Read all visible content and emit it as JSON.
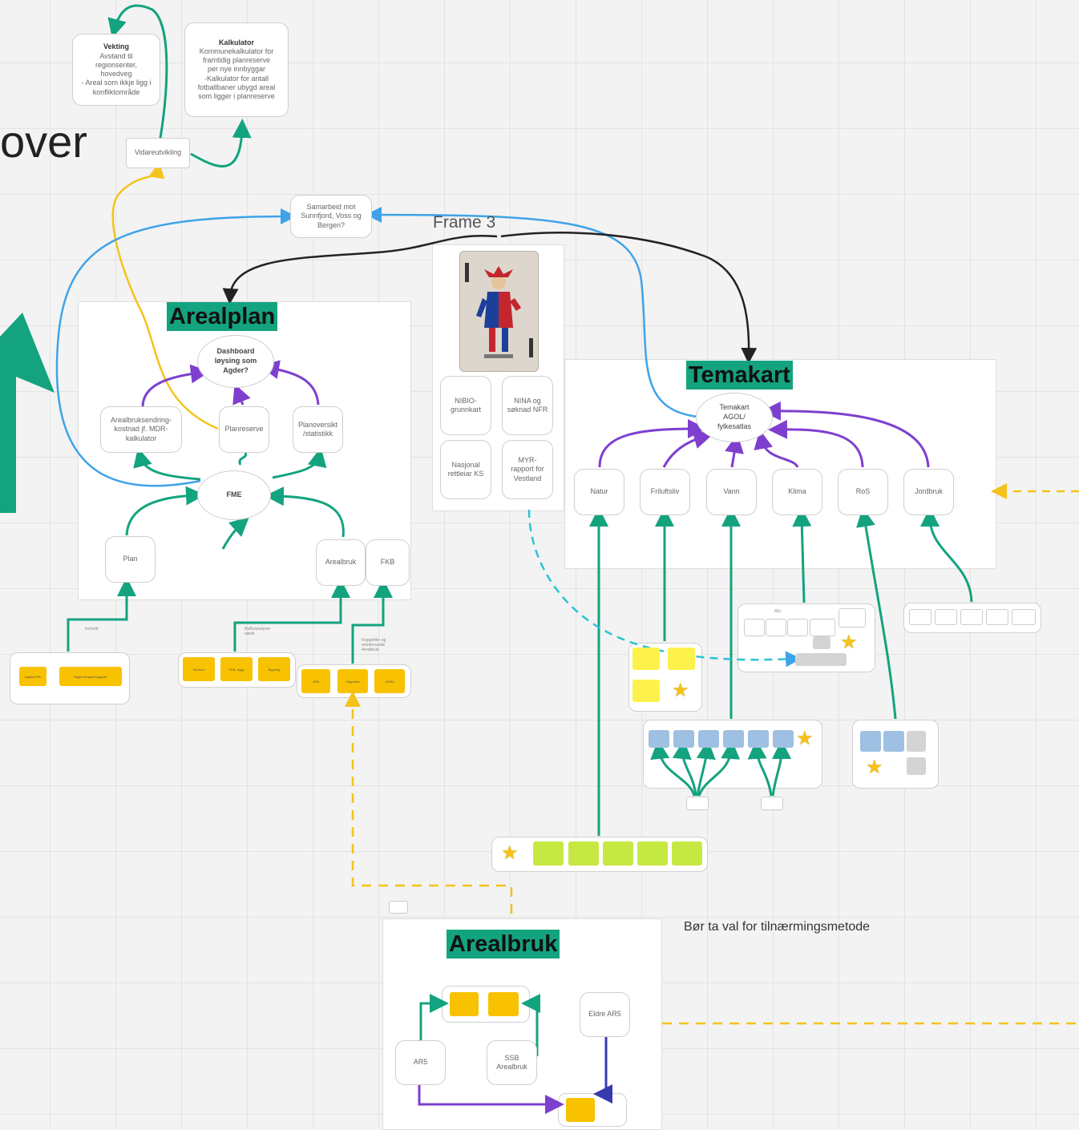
{
  "canvas": {
    "partial_heading": "over",
    "frame3_label": "Frame 3",
    "note": "Bør ta val for tilnærmingsmetode"
  },
  "top_nodes": {
    "vekting_title": "Vekting",
    "vekting_body": "Avstand til\nregionsenter,\nhovedveg\n- Areal som ikkje ligg i\nkonfliktområde",
    "kalkulator_title": "Kalkulator",
    "kalkulator_body": "Kommunekalkulator for\nframtidig planreserve\nper nye innbyggar\n-Kalkulator for antall\nfotballbaner ubygd areal\nsom ligger i planreserve",
    "vidareutvikling": "Vidareutvikling",
    "samarbeid": "Samarbeid mot\nSunnfjord, Voss og\nBergen?"
  },
  "arealplan": {
    "title": "Arealplan",
    "dashboard": "Dashboard\nløysing som\nAgder?",
    "arealbruksendring": "Arealbruksendring-\nkostnad jf. MDR-\nkalkulator",
    "planreserve": "Planreserve",
    "planoversikt": "Planoversikt\n/statistikk",
    "fme": "FME",
    "plan": "Plan",
    "arealbruk": "Arealbruk",
    "fkb": "FKB"
  },
  "frame3": {
    "nibio": "NIBIO-\ngrunnkart",
    "nina": "NINA og\nsøknad NFR",
    "nasjonal": "Nasjonal\nrettleiar KS",
    "myr": "MYR-\nrapport for\nVestland"
  },
  "temakart": {
    "title": "Temakart",
    "center": "Temakart\nAGOL/\nfylkesatlas",
    "natur": "Natur",
    "friluftsliv": "Friluftsliv",
    "vann": "Vann",
    "klima": "Klima",
    "ros": "RoS",
    "jordbruk": "Jordbruk"
  },
  "arealbruk_frame": {
    "title": "Arealbruk",
    "eldre_ars": "Eldre AR5",
    "ar5": "AR5",
    "ssb": "SSB\nArealbruk"
  },
  "small_labels": {
    "innhold": "Innhold",
    "buffer": "Bufferanalyser\nværkt",
    "klyppefiler": "Klyppefiler og\nreindervande\nArealbruk",
    "myr_group": "Myr",
    "digital_kpa": "Digital\nKPA",
    "digital_regplan": "Digital\nReguleringsplan",
    "sentrum": "Sentrum",
    "fkb_bygg": "FKB-\nbygg",
    "bygning": "Bygning",
    "ar5_s": "AR5",
    "veg": "Vegnettet",
    "gnrb": "GNRb"
  },
  "colors": {
    "teal": "#13a37f",
    "purple": "#7e3fcf",
    "blue": "#3fa3e8",
    "yellow": "#f4c31b",
    "cyan": "#29c3d4",
    "black": "#222222"
  }
}
